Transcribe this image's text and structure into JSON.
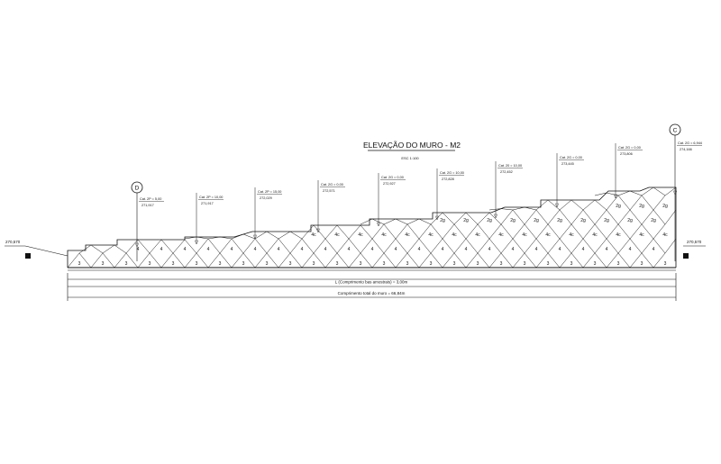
{
  "title": "ELEVAÇÃO DO MURO - M2",
  "scale": "ESC 1:100",
  "markers": [
    {
      "id": "marker-d",
      "label": "D"
    },
    {
      "id": "marker-c",
      "label": "C"
    }
  ],
  "level_left": "270,570",
  "level_right": "270,570",
  "level_callouts": [
    {
      "line1": "Cat. 2P = 5,00",
      "line2": "271,917"
    },
    {
      "line1": "Cat. 2P = 10,00",
      "line2": "271,917"
    },
    {
      "line1": "Cat. 2P = 15,00",
      "line2": "272,029"
    },
    {
      "line1": "Cat. 2G = 0,00",
      "line2": "272,571"
    },
    {
      "line1": "Cat. 2G = 0,00",
      "line2": "272,927"
    },
    {
      "line1": "Cat. 2G = 10,00",
      "line2": "272,828"
    },
    {
      "line1": "Cat. 20 = 10,00",
      "line2": "272,452"
    },
    {
      "line1": "Cat. 2G = 0,00",
      "line2": "273,445"
    },
    {
      "line1": "Cat. 2G = 0,00",
      "line2": "273,806"
    },
    {
      "line1": "Cat. 2G = 6,944",
      "line2": "274,166"
    }
  ],
  "dimension_l": "L (Comprimento bas amostrais) = 3,00m",
  "dimension_total": "Comprimento total do muro = 66,84m",
  "block_labels": {
    "row1": "3",
    "row2": "4",
    "row3": "4c",
    "row4": "2g"
  }
}
